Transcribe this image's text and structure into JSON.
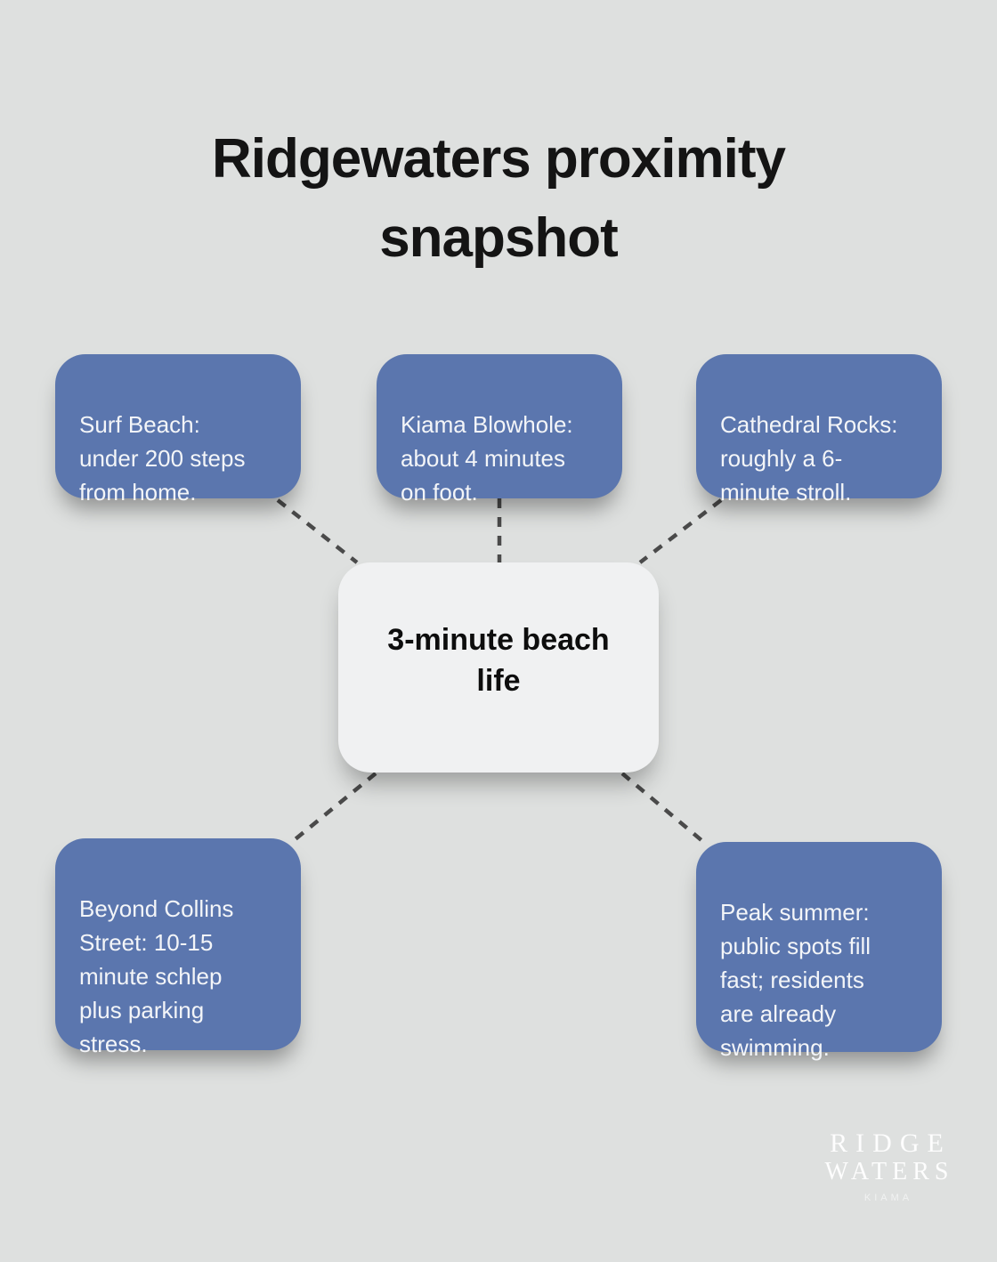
{
  "title": "Ridgewaters proximity\nsnapshot",
  "center_node": {
    "label": "3-minute beach\nlife"
  },
  "nodes": [
    {
      "label": "Surf Beach:\nunder 200 steps\nfrom home."
    },
    {
      "label": "Kiama Blowhole:\nabout 4 minutes\non foot."
    },
    {
      "label": "Cathedral Rocks:\nroughly a 6-\nminute stroll."
    },
    {
      "label": "Beyond Collins\nStreet: 10-15\nminute schlep\nplus parking\nstress."
    },
    {
      "label": "Peak summer:\npublic spots fill\nfast; residents\nare already\nswimming."
    }
  ],
  "logo": {
    "brand_top": "RIDGE",
    "brand_bottom": "WATERS",
    "location": "KIAMA"
  },
  "colors": {
    "background": "#dee0df",
    "node_fill": "#5b76ae",
    "node_text": "#f3f5f8",
    "center_fill": "#f0f1f2",
    "center_text": "#0d0d0d",
    "title_text": "#141414",
    "connector": "#4a4a4a",
    "logo_text": "#fdfdfd"
  }
}
